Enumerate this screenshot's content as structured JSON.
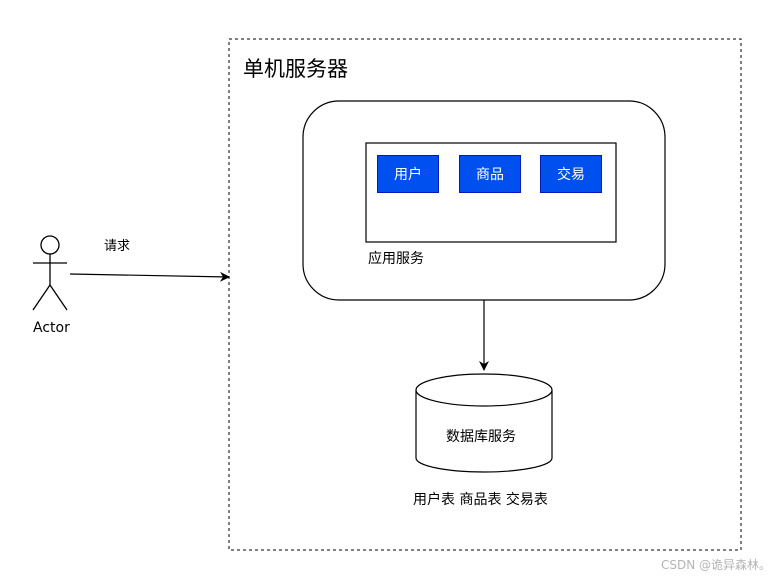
{
  "server": {
    "title": "单机服务器"
  },
  "actor": {
    "label": "Actor"
  },
  "request": {
    "label": "请求"
  },
  "app_service": {
    "label": "应用服务",
    "modules": [
      {
        "label": "用户"
      },
      {
        "label": "商品"
      },
      {
        "label": "交易"
      }
    ]
  },
  "database": {
    "label": "数据库服务",
    "tables_label": "用户表 商品表 交易表"
  },
  "watermark": {
    "text": "CSDN @诡异森林。"
  },
  "colors": {
    "module_fill": "#0050ef",
    "module_stroke": "#001dbc",
    "module_text": "#ffffff",
    "line": "#000000",
    "watermark": "#b4b4b4"
  }
}
